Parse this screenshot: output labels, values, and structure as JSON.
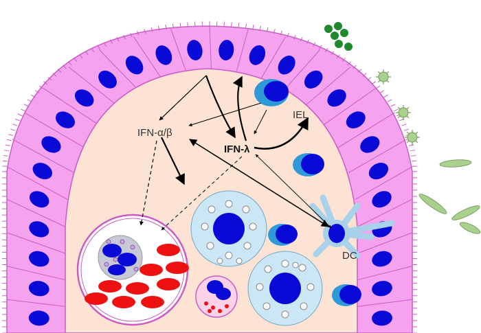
{
  "labels": {
    "ifn_ab": "IFN-α/β",
    "ifn_l": "IFN-λ",
    "iel": "IEL",
    "dc": "DC"
  },
  "colors": {
    "epithelium": "#f5a3ef",
    "epithelium_edge": "#c95cc4",
    "nucleus": "#0a0ad6",
    "lamina_propria": "#fde3d4",
    "light_cell": "#cbe6f5",
    "dc_cell": "#a9d2ea",
    "iel_outer": "#2f9ad8",
    "red_cell": "#ee1111",
    "microbe_green": "#1e8a2d",
    "virus_green": "#a9d18e",
    "bacteria_green": "#a9d18e"
  }
}
